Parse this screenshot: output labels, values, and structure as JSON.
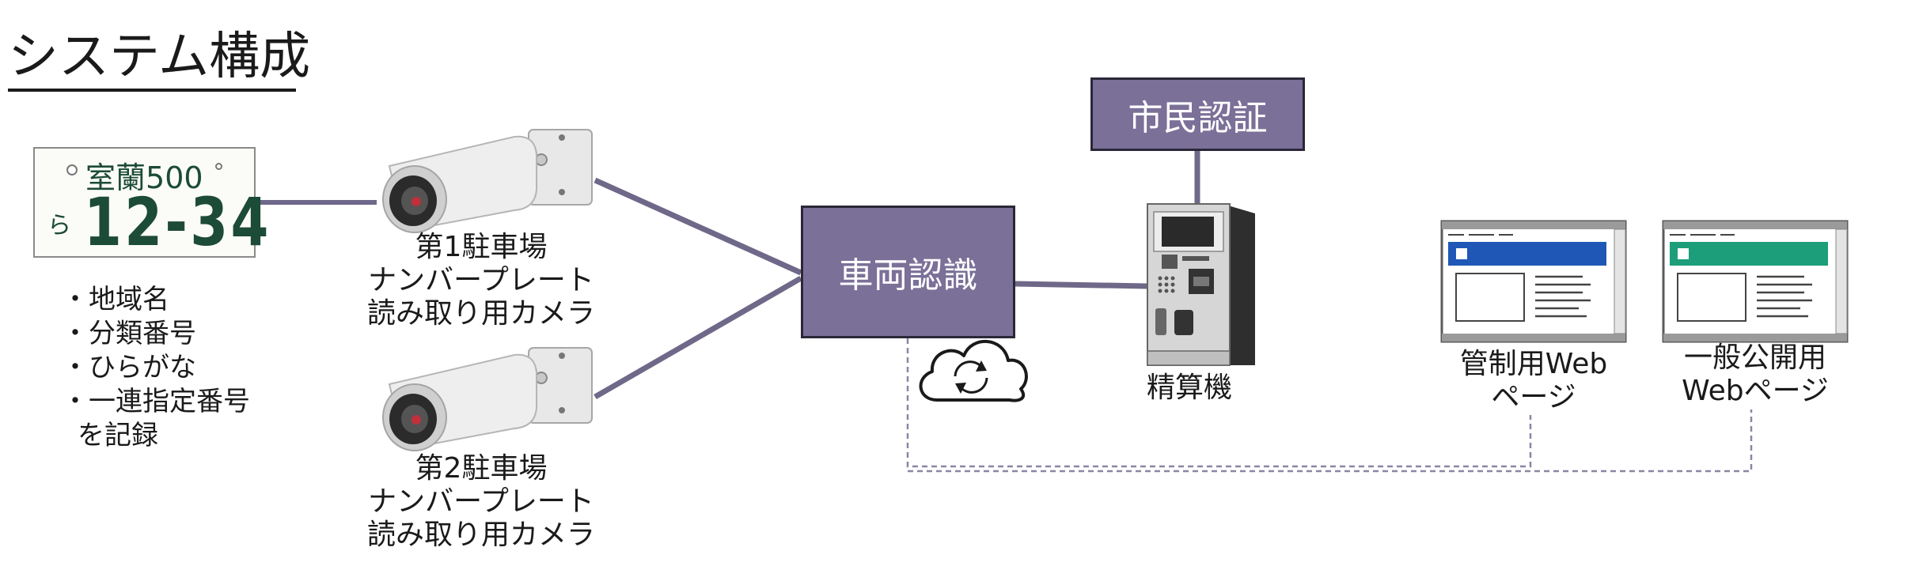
{
  "title": "システム構成",
  "plate": {
    "region": "室蘭",
    "class_number": "500",
    "hiragana": "ら",
    "serial": "12-34"
  },
  "plate_notes": [
    "・地域名",
    "・分類番号",
    "・ひらがな",
    "・一連指定番号",
    "を記録"
  ],
  "camera1": {
    "line1": "第1駐車場",
    "line2": "ナンバープレート",
    "line3": "読み取り用カメラ"
  },
  "camera2": {
    "line1": "第2駐車場",
    "line2": "ナンバープレート",
    "line3": "読み取り用カメラ"
  },
  "vehicle_recognition": "車両認識",
  "citizen_auth": "市民認証",
  "payment_machine": "精算機",
  "admin_web": {
    "line1": "管制用Web",
    "line2": "ページ"
  },
  "public_web": {
    "line1": "一般公開用",
    "line2": "Webページ"
  },
  "colors": {
    "box_fill": "#7b7098",
    "line": "#6f6889",
    "admin_header": "#1f57b6",
    "public_header": "#1b9e79",
    "plate_text": "#1c4b38"
  },
  "icons": {
    "cloud": "cloud-sync-icon",
    "camera": "security-camera-icon",
    "kiosk": "payment-kiosk-icon",
    "web": "browser-window-icon"
  }
}
